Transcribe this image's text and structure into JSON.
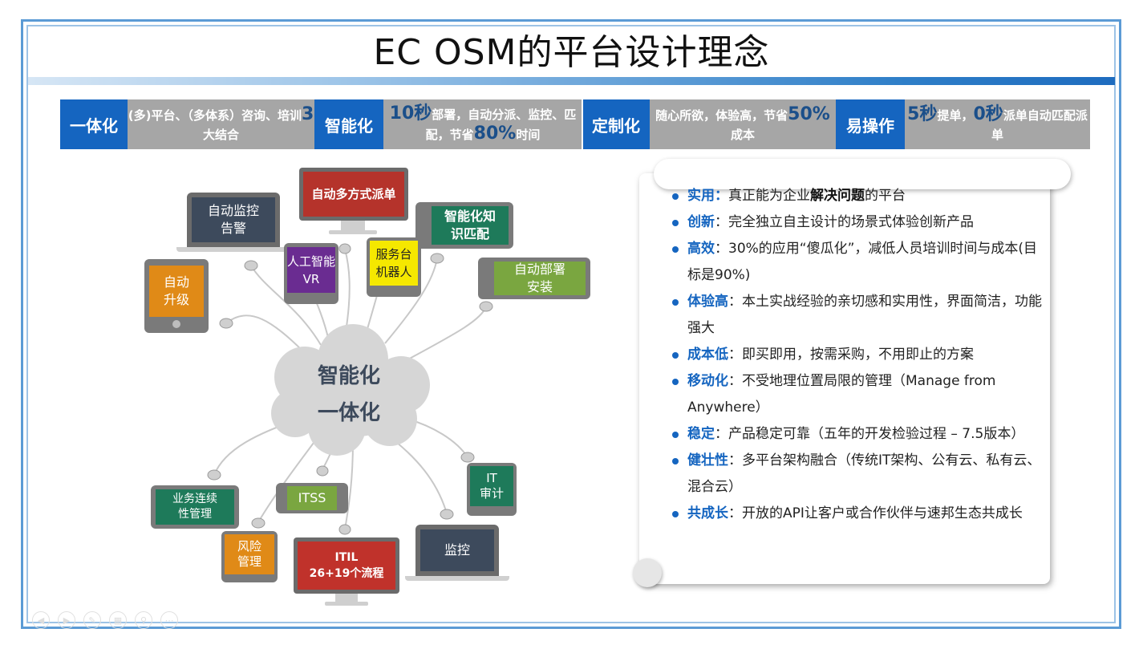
{
  "title": "EC OSM的平台设计理念",
  "bands": [
    {
      "label": "一体化",
      "desc_pre": "(多)平台、（多体系）咨询、培训",
      "desc_hl": "3",
      "desc_post": "大结合"
    },
    {
      "label": "智能化",
      "desc_hl": "10秒",
      "desc_pre": "部署，自动分派、监控、匹配，节省",
      "desc_hl2": "80%",
      "desc_post": "时间"
    },
    {
      "label": "定制化",
      "desc_pre": "随心所欲，体验高，节省",
      "desc_hl": "50%",
      "desc_post": "成本"
    },
    {
      "label": "易操作",
      "desc_hl": "5秒",
      "desc_pre": "提单，",
      "desc_hl2": "0秒",
      "desc_post": "派单自动匹配派单"
    }
  ],
  "diagram": {
    "center": [
      "智能化",
      "一体化"
    ],
    "devices": [
      {
        "id": "auto-monitor",
        "line1": "自动监控",
        "line2": "告警",
        "color": "#3d4a5c"
      },
      {
        "id": "auto-dispatch",
        "line1": "自动多方式派单",
        "line2": "",
        "color": "#b5332b"
      },
      {
        "id": "knowledge",
        "line1": "智能化知",
        "line2": "识匹配",
        "color": "#1e7a5a"
      },
      {
        "id": "auto-upgrade",
        "line1": "自动",
        "line2": "升级",
        "color": "#e08a17"
      },
      {
        "id": "ai-vr",
        "line1": "人工智能",
        "line2": "VR",
        "color": "#6a2c91"
      },
      {
        "id": "service-bot",
        "line1": "服务台",
        "line2": "机器人",
        "color": "#f5e800"
      },
      {
        "id": "auto-deploy",
        "line1": "自动部署",
        "line2": "安装",
        "color": "#7aa640"
      },
      {
        "id": "bcm",
        "line1": "业务连续",
        "line2": "性管理",
        "color": "#1e7a5a"
      },
      {
        "id": "itss",
        "line1": "ITSS",
        "line2": "",
        "color": "#7aa640"
      },
      {
        "id": "it-audit",
        "line1": "IT",
        "line2": "审计",
        "color": "#1e7a5a"
      },
      {
        "id": "risk",
        "line1": "风险",
        "line2": "管理",
        "color": "#e08a17"
      },
      {
        "id": "itil",
        "line1": "ITIL",
        "line2": "26+19个流程",
        "color": "#c0322b"
      },
      {
        "id": "monitor",
        "line1": "监控",
        "line2": "",
        "color": "#3d4a5c"
      }
    ]
  },
  "features": [
    {
      "key": "实用：",
      "pre": "真正能为企业",
      "bold": "解决问题",
      "post": "的平台"
    },
    {
      "key": "创新",
      "pre": "：完全独立自主设计的场景式体验创新产品",
      "bold": "",
      "post": ""
    },
    {
      "key": "高效",
      "pre": "：30%的应用“傻瓜化”，减低人员培训时间与成本(目标是90%)",
      "bold": "",
      "post": ""
    },
    {
      "key": "体验高",
      "pre": "：本土实战经验的亲切感和实用性，界面简洁，功能强大",
      "bold": "",
      "post": ""
    },
    {
      "key": "成本低",
      "pre": "：即买即用，按需采购，不用即止的方案",
      "bold": "",
      "post": ""
    },
    {
      "key": "移动化",
      "pre": "：不受地理位置局限的管理（Manage from Anywhere）",
      "bold": "",
      "post": ""
    },
    {
      "key": "稳定",
      "pre": "：产品稳定可靠（五年的开发检验过程 – 7.5版本）",
      "bold": "",
      "post": ""
    },
    {
      "key": "健壮性",
      "pre": "：多平台架构融合（传统IT架构、公有云、私有云、混合云）",
      "bold": "",
      "post": ""
    },
    {
      "key": "共成长",
      "pre": "：开放的API让客户或合作伙伴与速邦生态共成长",
      "bold": "",
      "post": ""
    }
  ]
}
